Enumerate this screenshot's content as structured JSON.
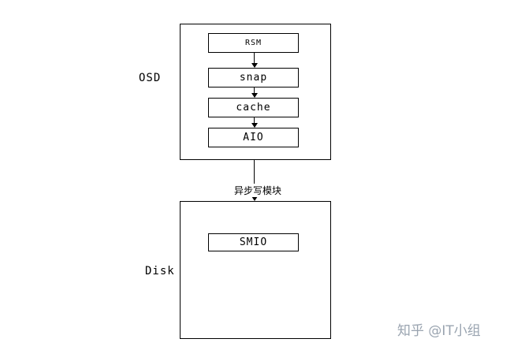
{
  "diagram": {
    "osd": {
      "label": "OSD",
      "modules": [
        "RSM",
        "snap",
        "cache",
        "AIO"
      ]
    },
    "disk": {
      "label": "Disk",
      "modules": [
        "SMIO"
      ]
    },
    "connector_label": "异步写模块",
    "colors": {
      "line": "#000000",
      "background": "#ffffff",
      "watermark": "#9aa4b0"
    }
  },
  "watermark": "知乎 @IT小组"
}
